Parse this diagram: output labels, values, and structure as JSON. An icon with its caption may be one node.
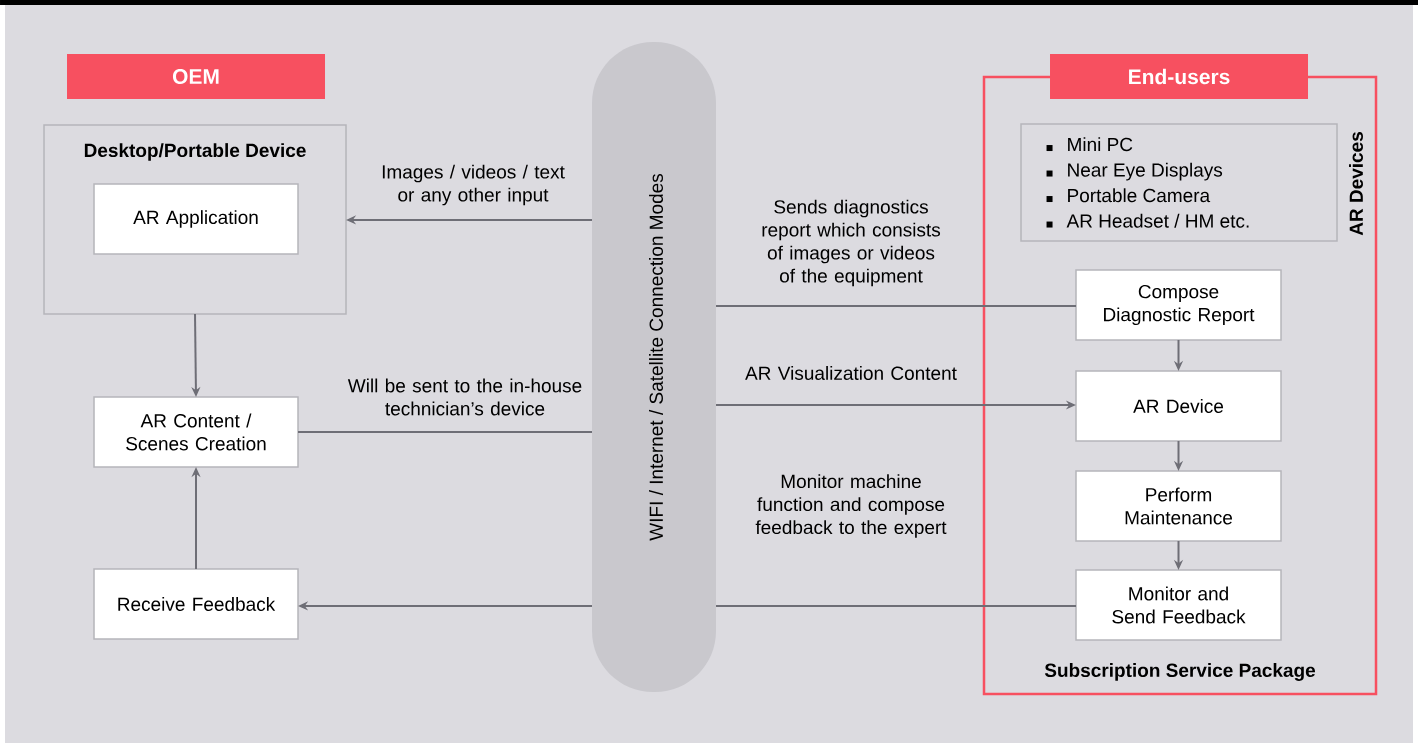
{
  "diagram": {
    "nodes": [
      {
        "text": [
          "OEM"
        ]
      },
      {
        "text": [
          "Desktop/Portable Device"
        ]
      },
      {
        "text": [
          "AR Application"
        ],
        "in": 1
      },
      {
        "text": [
          "AR Content / Scenes Creation"
        ]
      },
      {
        "text": [
          "Receive Feedback"
        ]
      },
      {
        "text": [
          "WIFI / Internet / Satellite Connection Modes"
        ]
      },
      {
        "text": [
          "End-users"
        ]
      },
      {
        "text": [
          "Subscription Service Package"
        ]
      },
      {
        "text": [
          "Mini PC",
          "Near Eye Displays",
          "Portable Camera",
          "AR Headset / HM etc."
        ],
        "beside": [
          "AR Devices"
        ],
        "in": 7
      },
      {
        "text": [
          "Compose Diagnostic Report"
        ],
        "in": 7
      },
      {
        "text": [
          "AR Device"
        ],
        "in": 7
      },
      {
        "text": [
          "Perform Maintenance"
        ],
        "in": 7
      },
      {
        "text": [
          "Monitor and Send Feedback"
        ],
        "in": 7
      }
    ],
    "edges": [
      {
        "from": 5,
        "to": 1,
        "arrow": "to",
        "label": "Images / videos / text or any other input"
      },
      {
        "from": 1,
        "to": 3,
        "arrow": "to"
      },
      {
        "from": 3,
        "to": 5,
        "arrow": "none",
        "label": "Will be sent to the in-house technician’s device"
      },
      {
        "from": 4,
        "to": 3,
        "arrow": "to"
      },
      {
        "from": 5,
        "to": 4,
        "arrow": "to"
      },
      {
        "from": 9,
        "to": 5,
        "arrow": "none",
        "label": "Sends diagnostics report which consists of images or videos of the equipment"
      },
      {
        "from": 5,
        "to": 10,
        "arrow": "to",
        "label": "AR Visualization Content"
      },
      {
        "from": 12,
        "to": 5,
        "arrow": "none",
        "label": "Monitor machine function and compose feedback to the expert"
      },
      {
        "from": 9,
        "to": 10,
        "arrow": "to"
      },
      {
        "from": 10,
        "to": 11,
        "arrow": "to"
      },
      {
        "from": 11,
        "to": 12,
        "arrow": "to"
      }
    ]
  }
}
